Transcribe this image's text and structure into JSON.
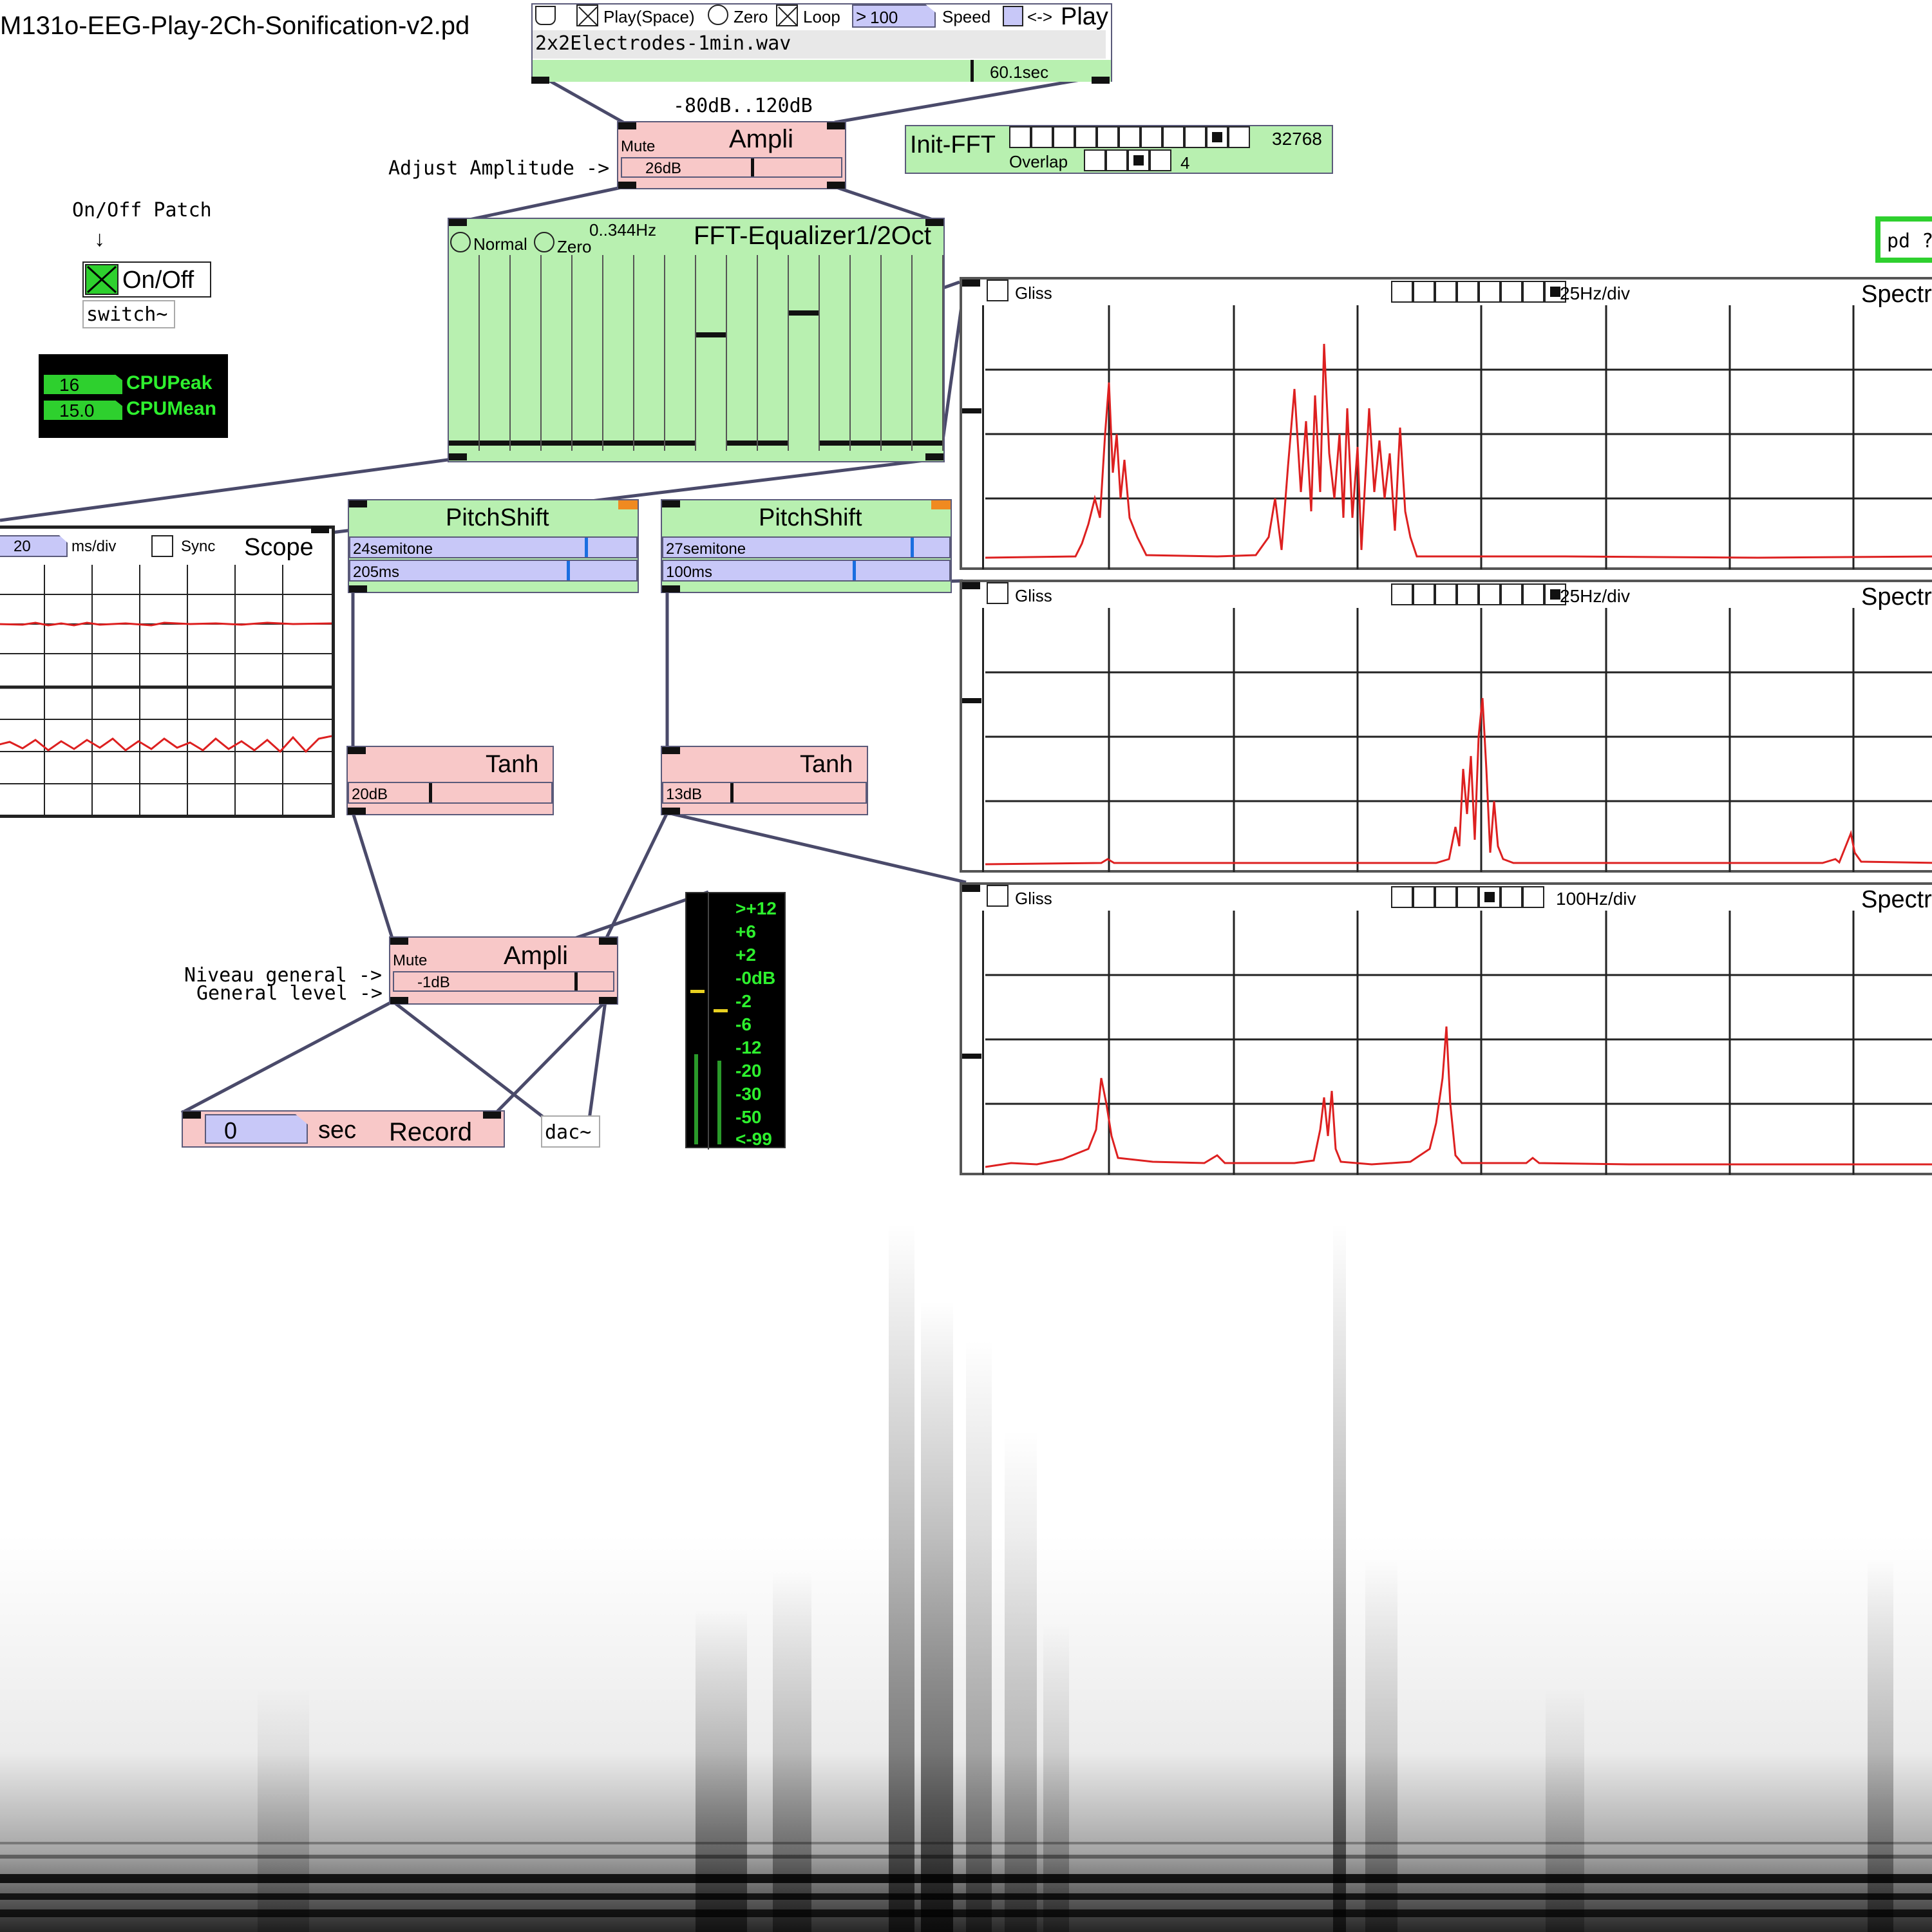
{
  "title": "M131o-EEG-Play-2Ch-Sonification-v2.pd",
  "player": {
    "play_space_label": "Play(Space)",
    "zero_label": "Zero",
    "loop_label": "Loop",
    "speed_value": "100",
    "speed_label": "Speed",
    "swap_label": "<->",
    "play_title": "Play",
    "filename": "2x2Electrodes-1min.wav",
    "duration": "60.1sec"
  },
  "ampli_top": {
    "range_label": "-80dB..120dB",
    "title": "Ampli",
    "mute_label": "Mute",
    "value": "26dB",
    "comment": "Adjust Amplitude ->"
  },
  "init_fft": {
    "title": "Init-FFT",
    "size_value": "32768",
    "overlap_label": "Overlap",
    "overlap_value": "4"
  },
  "pd_button": "pd ?",
  "onoff": {
    "comment": "On/Off Patch",
    "arrow": "↓",
    "label": "On/Off",
    "switch_label": "switch~"
  },
  "cpu": {
    "peak_value": "16",
    "peak_label": "CPUPeak",
    "mean_value": "15.0",
    "mean_label": "CPUMean"
  },
  "equalizer": {
    "normal_label": "Normal",
    "zero_label": "Zero",
    "freq_label": "0..344Hz",
    "title": "FFT-Equalizer1/2Oct"
  },
  "scope": {
    "ms_value": "20",
    "ms_label": "ms/div",
    "sync_label": "Sync",
    "title": "Scope"
  },
  "pitchshift_left": {
    "title": "PitchShift",
    "semitone": "24semitone",
    "delay": "205ms"
  },
  "pitchshift_right": {
    "title": "PitchShift",
    "semitone": "27semitone",
    "delay": "100ms"
  },
  "tanh_left": {
    "title": "Tanh",
    "value": "20dB"
  },
  "tanh_right": {
    "title": "Tanh",
    "value": "13dB"
  },
  "ampli_bottom": {
    "title": "Ampli",
    "mute_label": "Mute",
    "value": "-1dB",
    "comment_line1": "Niveau general ->",
    "comment_line2": "General level ->"
  },
  "record": {
    "value": "0",
    "sec_label": "sec",
    "title": "Record"
  },
  "dac_label": "dac~",
  "vu_labels": [
    ">+12",
    "+6",
    "+2",
    "-0dB",
    "-2",
    "-6",
    "-12",
    "-20",
    "-30",
    "-50",
    "<-99"
  ],
  "spectra": [
    {
      "gliss_label": "Gliss",
      "div_label": "25Hz/div",
      "title": "Spectr"
    },
    {
      "gliss_label": "Gliss",
      "div_label": "25Hz/div",
      "title": "Spectr"
    },
    {
      "gliss_label": "Gliss",
      "div_label": "100Hz/div",
      "title": "Spectr"
    }
  ],
  "colors": {
    "green_panel": "#b8f0b0",
    "pink_panel": "#f8c8c8",
    "blue_field": "#c8c8f8",
    "spectrum_line": "#dd2020",
    "vu_green": "#2ef02e"
  }
}
